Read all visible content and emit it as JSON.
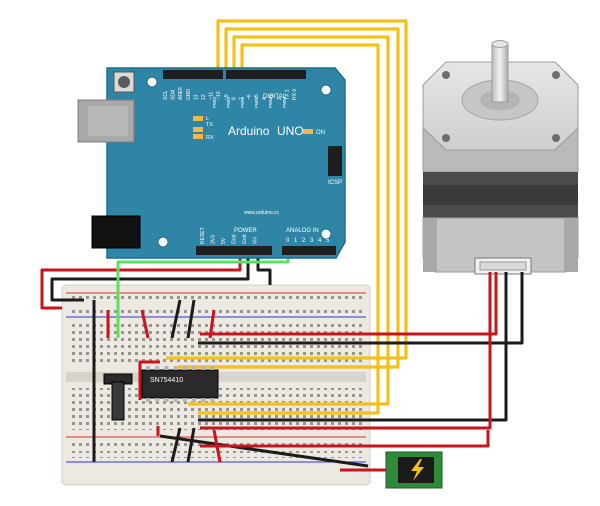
{
  "arduino": {
    "brand": "Arduino",
    "model": "UNO",
    "on_label": "ON",
    "tx_label": "TX",
    "rx_label": "RX",
    "l_label": "L",
    "icsp_label": "ICSP",
    "digital_label": "DIGITAL",
    "power_label": "POWER",
    "analog_label": "ANALOG IN",
    "website": "www.arduino.cc",
    "top_pin_labels": [
      "SCL",
      "SDA",
      "AREF",
      "GND",
      "13",
      "12",
      "~11",
      "~10",
      "~9",
      "8",
      "7",
      "~6",
      "~5",
      "4",
      "~3",
      "2",
      "TX 1",
      "RX 0"
    ],
    "pwm_labels": [
      "PWM",
      "PWM",
      "PWM",
      "PWM",
      "PWM",
      "PWM"
    ],
    "power_pin_labels": [
      "RESET",
      "3V3",
      "5V",
      "Gnd",
      "Gnd",
      "Vin"
    ],
    "analog_pin_labels": [
      "0",
      "1",
      "2",
      "3",
      "4",
      "5"
    ]
  },
  "chip": {
    "label": "SN754410"
  },
  "colors": {
    "board": "#2f85a6",
    "wire_yellow": "#f4c01e",
    "wire_red": "#c8141c",
    "wire_black": "#1b1b1b",
    "wire_green": "#5ee05e",
    "motor_body": "#bdbdbd",
    "breadboard": "#e9e6df"
  },
  "icons": {
    "power_jack": "lightning-bolt-icon"
  }
}
